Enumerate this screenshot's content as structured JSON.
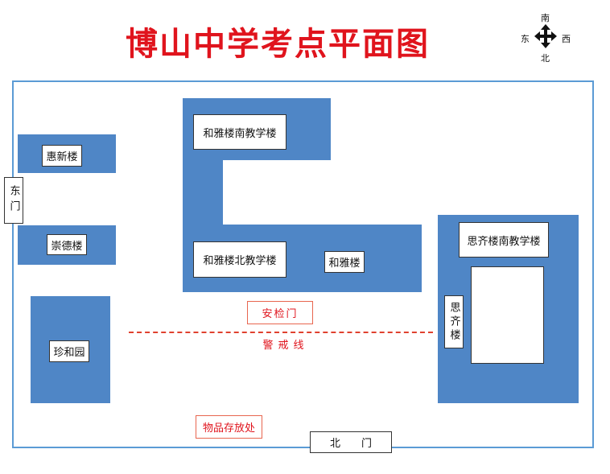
{
  "title": "博山中学考点平面图",
  "compass": {
    "north": "南",
    "south": "北",
    "east": "东",
    "west": "西"
  },
  "buildings": {
    "heyalou_south": "和雅楼南教学楼",
    "heyalou_north": "和雅楼北教学楼",
    "heyalou": "和雅楼",
    "huixinlou": "惠新楼",
    "chongdelou": "崇德楼",
    "zhenheyuan": "珍和园",
    "siqilou_south": "思齐楼南教学楼",
    "siqilou": "思齐楼"
  },
  "gates": {
    "east_gate": "东门",
    "north_gate": "北　　门",
    "security_gate": "安检门"
  },
  "warning_line": "警戒线",
  "storage": "物品存放处",
  "colors": {
    "title": "#e0141d",
    "building": "#4f86c6",
    "frame": "#5b9bd5",
    "warning": "#e0412f"
  }
}
